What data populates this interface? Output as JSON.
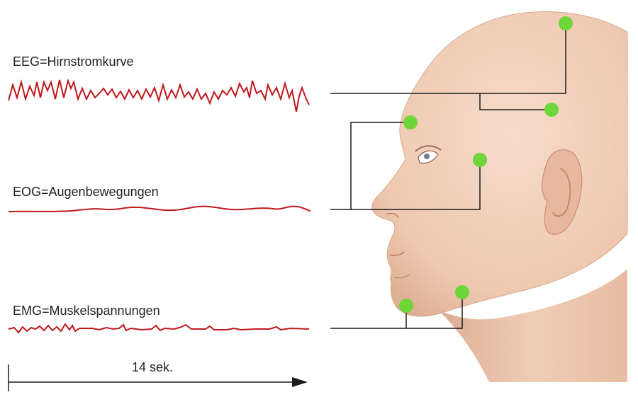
{
  "labels": {
    "eeg": "EEG=Hirnstromkurve",
    "eog": "EOG=Augenbewegungen",
    "emg": "EMG=Muskelspannungen",
    "time_span": "14 sek."
  },
  "colors": {
    "trace": "#c0181c",
    "electrode": "#6fd63a",
    "wire": "#1a1a1a",
    "skin": "#f0cdb6"
  },
  "electrodes": [
    "forehead-top",
    "forehead-front",
    "eye-outer",
    "temple-cheek",
    "chin",
    "jaw"
  ]
}
